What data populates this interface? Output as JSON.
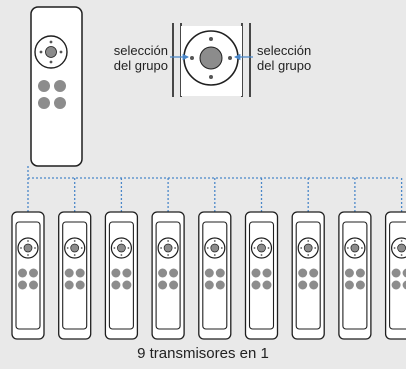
{
  "labels": {
    "group_select_left": "selección\ndel grupo",
    "group_select_right": "selección\ndel grupo"
  },
  "caption": "9 transmisores en 1",
  "colors": {
    "background": "#e9e9e9",
    "outline": "#1f1f1f",
    "remote_body": "#ffffff",
    "button": "#8c8c8c",
    "connector": "#4a87c9"
  },
  "transmitter_count": 9
}
